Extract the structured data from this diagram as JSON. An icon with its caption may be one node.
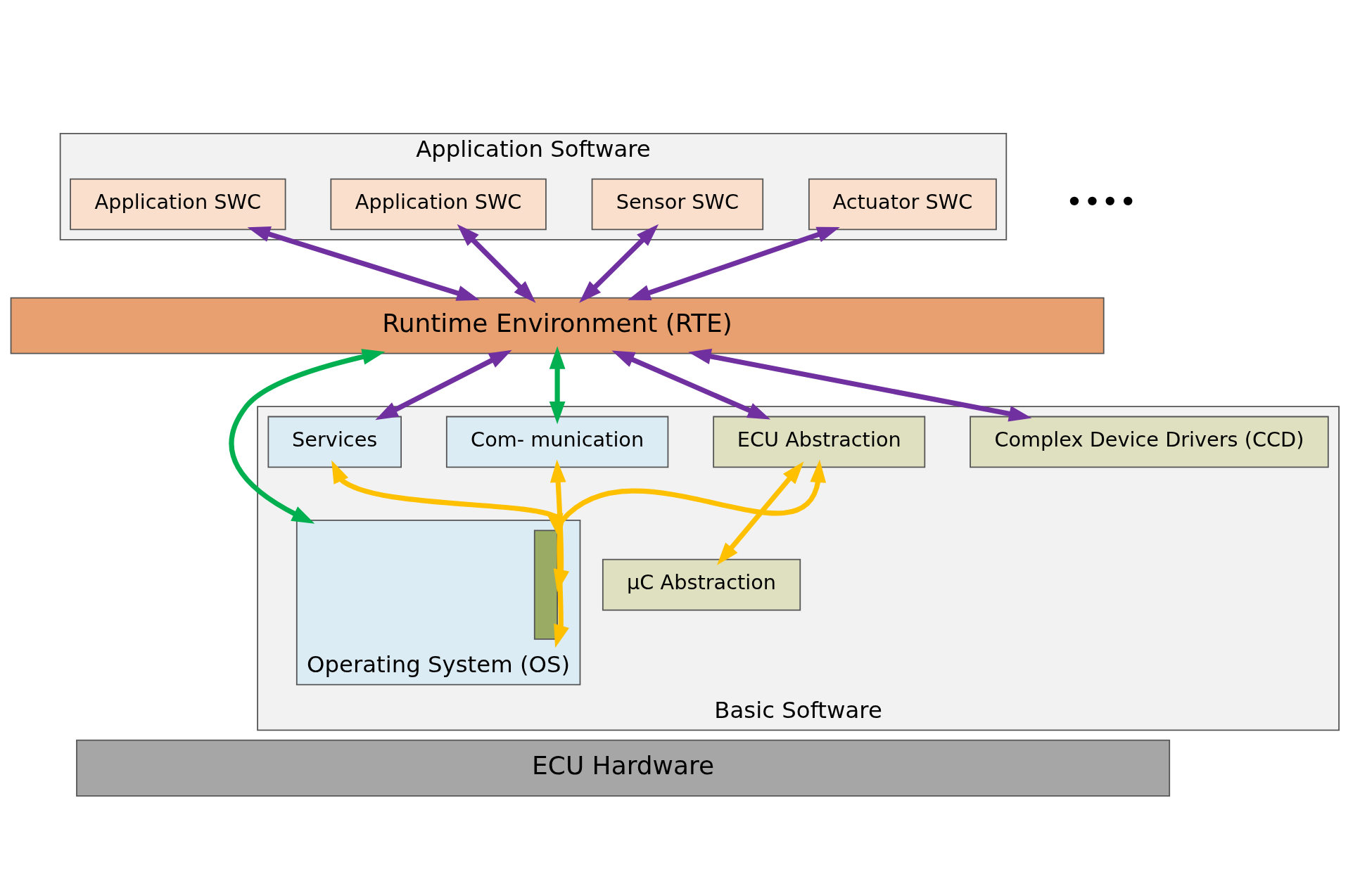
{
  "diagram": {
    "nodes": [
      {
        "text": [
          "Application Software"
        ]
      },
      {
        "text": [
          "Application SWC"
        ],
        "in": 0
      },
      {
        "text": [
          "Sensor SWC"
        ],
        "in": 0
      },
      {
        "text": [
          "Actuator SWC"
        ],
        "in": 0
      },
      {
        "text": [
          "Application SWC"
        ],
        "in": 0
      },
      {
        "text": [
          "Runtime Environment (RTE)"
        ]
      },
      {
        "text": [
          "Basic Software"
        ]
      },
      {
        "text": [
          "Operating System (OS)"
        ],
        "in": 6
      },
      {
        "text": [],
        "shape": "bar",
        "in": 7
      },
      {
        "text": [
          "Services"
        ],
        "in": 6
      },
      {
        "text": [
          "Com- munication"
        ],
        "in": 6
      },
      {
        "text": [
          "ECU Abstraction"
        ],
        "in": 6
      },
      {
        "text": [
          "μC Abstraction"
        ],
        "in": 6
      },
      {
        "text": [
          "Complex Device Drivers (CCD)"
        ],
        "in": 6
      },
      {
        "text": [
          "ECU Hardware"
        ]
      }
    ],
    "edges": [
      {
        "from": 1,
        "to": 5,
        "arrow": "both"
      },
      {
        "from": 2,
        "to": 5,
        "arrow": "both"
      },
      {
        "from": 3,
        "to": 5,
        "arrow": "both"
      },
      {
        "from": 4,
        "to": 5,
        "arrow": "both"
      },
      {
        "from": 5,
        "to": 7,
        "arrow": "both",
        "color": "#00b050"
      },
      {
        "from": 5,
        "to": 9,
        "arrow": "both"
      },
      {
        "from": 5,
        "to": 10,
        "arrow": "both",
        "color": "#00b050"
      },
      {
        "from": 5,
        "to": 11,
        "arrow": "both"
      },
      {
        "from": 5,
        "to": 13,
        "arrow": "both"
      },
      {
        "from": 9,
        "to": 8,
        "arrow": "both",
        "color": "#ffc000"
      },
      {
        "from": 10,
        "to": 8,
        "arrow": "both",
        "color": "#ffc000"
      },
      {
        "from": 11,
        "to": 8,
        "arrow": "both",
        "color": "#ffc000"
      },
      {
        "from": 11,
        "to": 12,
        "arrow": "both",
        "color": "#ffc000"
      }
    ],
    "labels": [
      "••••"
    ]
  }
}
